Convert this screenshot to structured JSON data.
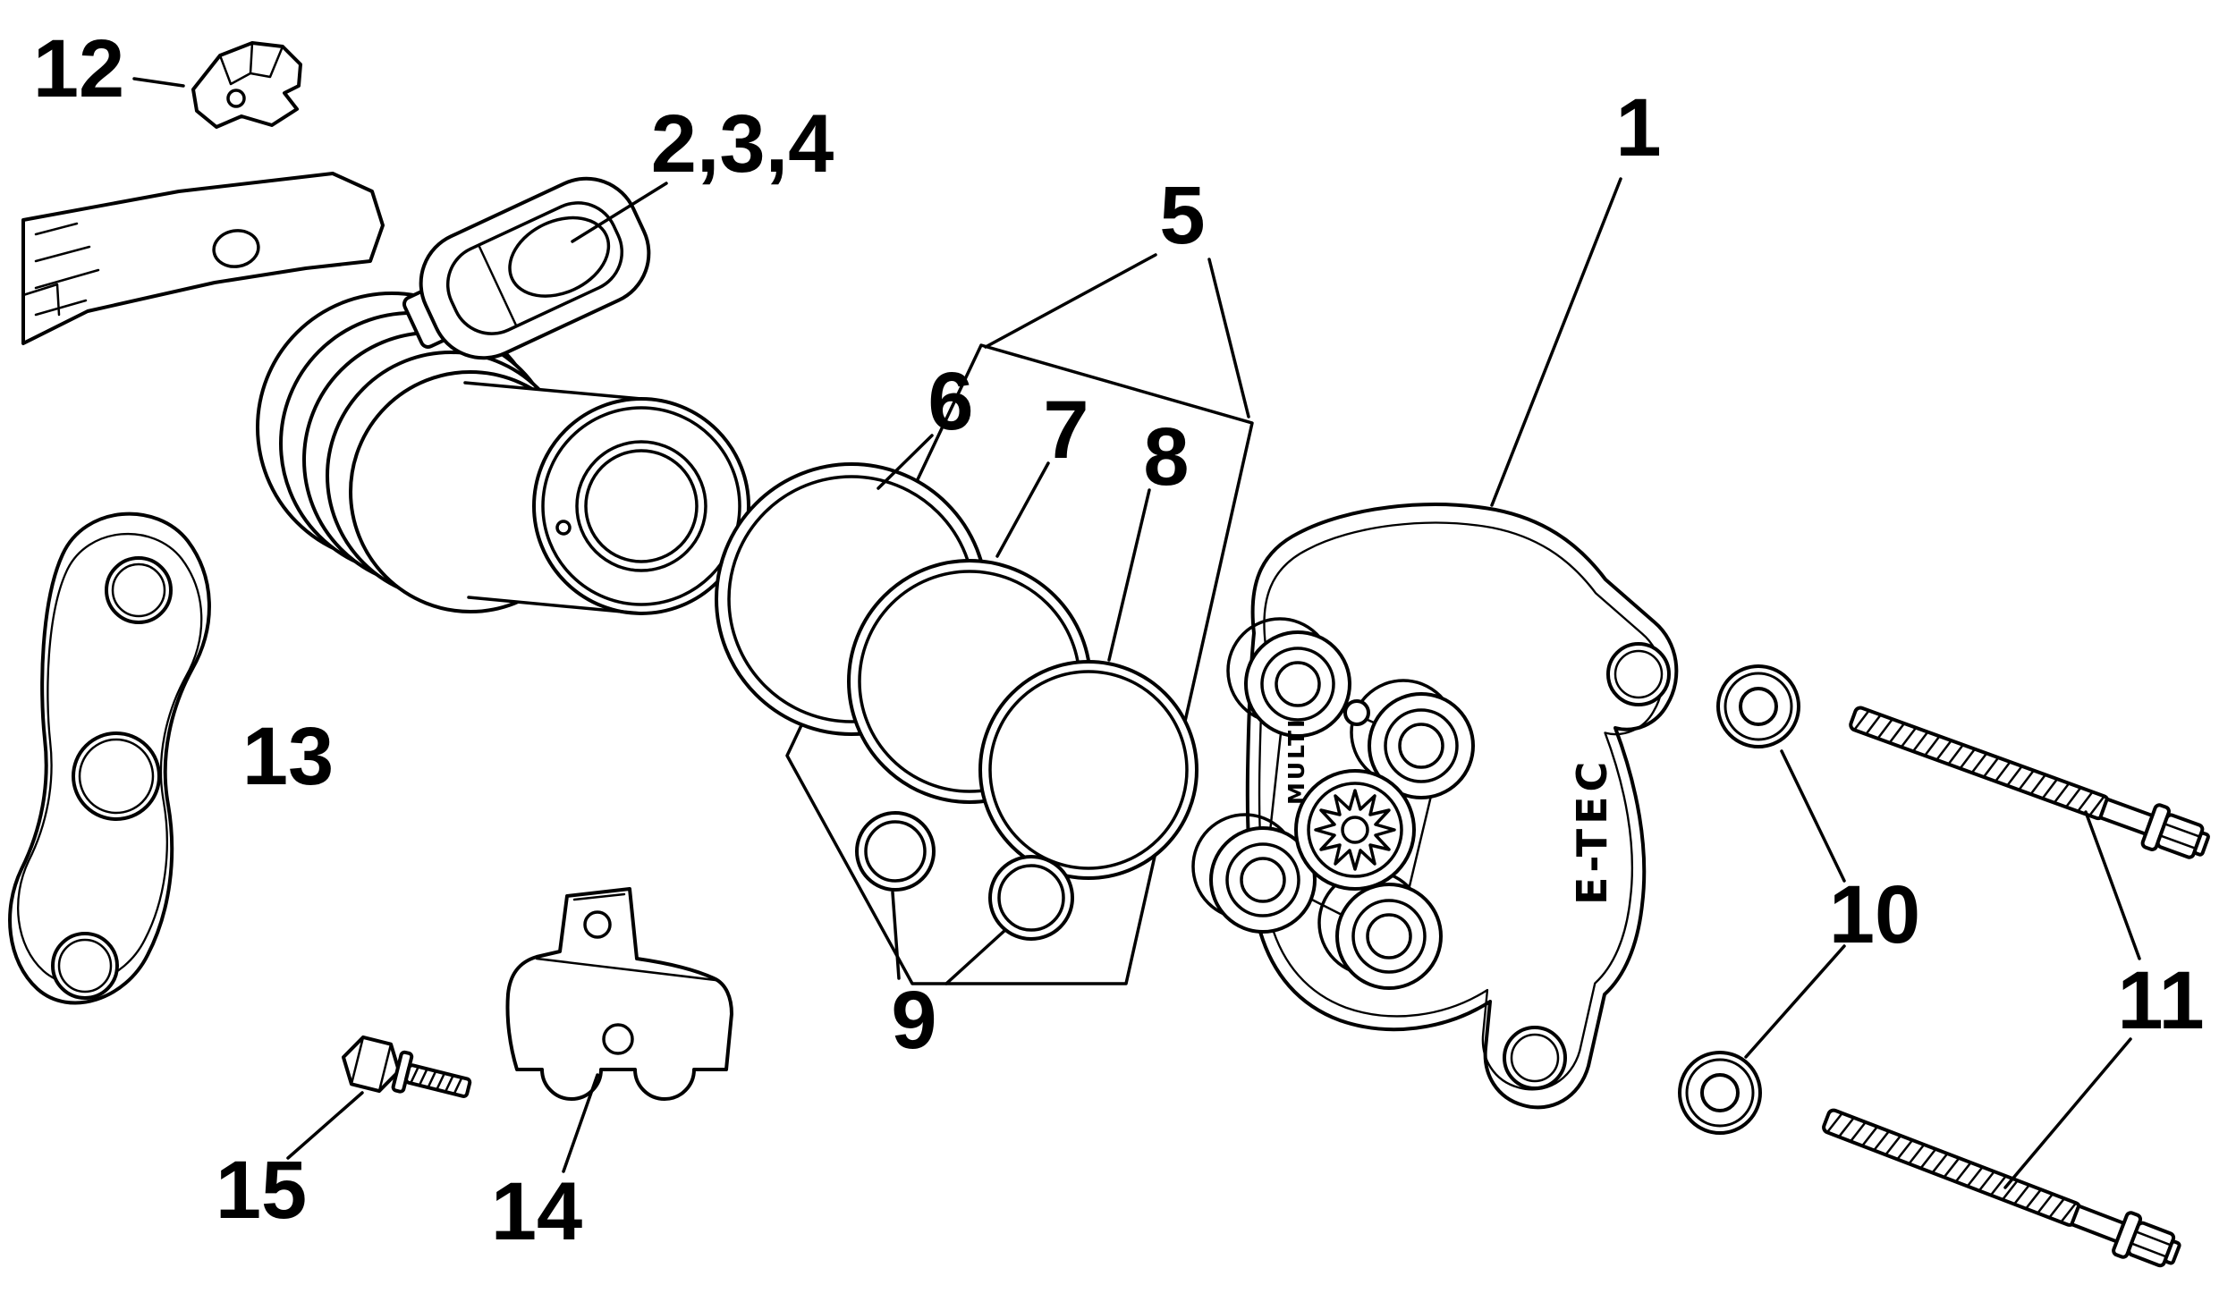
{
  "colors": {
    "ink": "#000000",
    "paper": "#ffffff"
  },
  "callouts": {
    "c1": "1",
    "c234": "2,3,4",
    "c5": "5",
    "c6": "6",
    "c7": "7",
    "c8": "8",
    "c9": "9",
    "c10": "10",
    "c11": "11",
    "c12": "12",
    "c13": "13",
    "c14": "14",
    "c15": "15"
  },
  "engravings": {
    "brand": "E-TEC",
    "side": "MULTI"
  }
}
